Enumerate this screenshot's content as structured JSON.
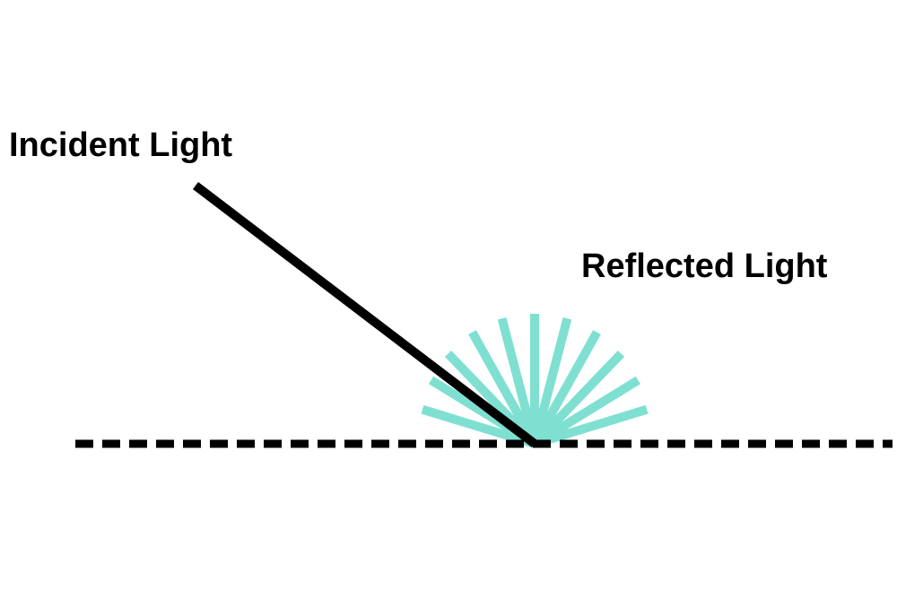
{
  "diagram": {
    "incident_label": "Incident Light",
    "reflected_label": "Reflected Light",
    "colors": {
      "incident_ray": "#000000",
      "reflected_rays": "#7fe0d1",
      "surface": "#000000",
      "background": "#ffffff"
    },
    "surface_style": "dashed",
    "reflection_type": "diffuse",
    "reflected_ray_count": 11
  }
}
